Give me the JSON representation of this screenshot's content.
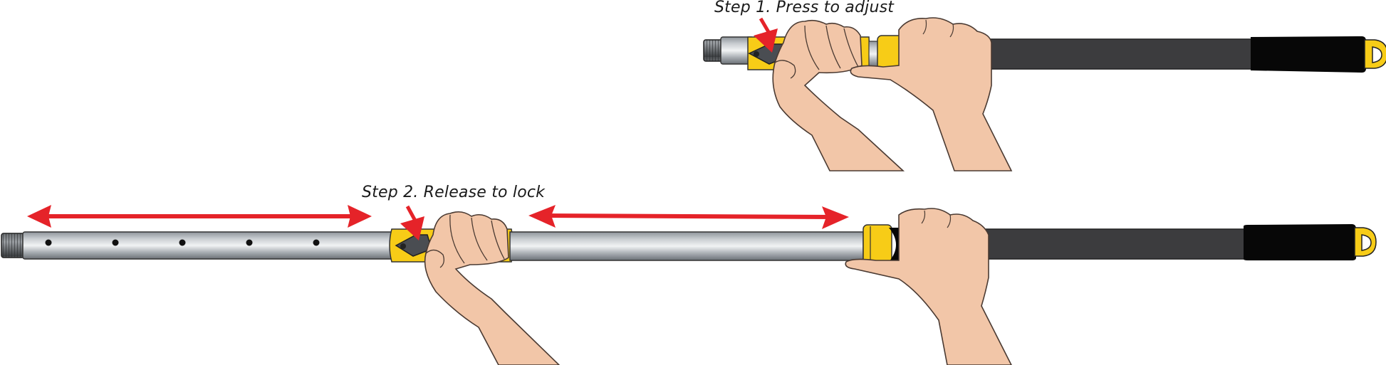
{
  "figure": {
    "steps": [
      {
        "label": "Step 1. Press to adjust",
        "state": "collapsed"
      },
      {
        "label": "Step 2. Release to lock",
        "state": "extended"
      }
    ],
    "extension_hole_count": 5,
    "colors": {
      "arrow_red": "#e52329",
      "collar_yellow": "#f7cc17",
      "skin": "#f2c6a8",
      "skin_outline": "#4a3a32",
      "handle_dark": "#3c3c3e",
      "grip_black": "#070707",
      "metal_light": "#d9dde1",
      "metal_mid": "#9aa0a6",
      "metal_dark": "#5d6268"
    }
  }
}
